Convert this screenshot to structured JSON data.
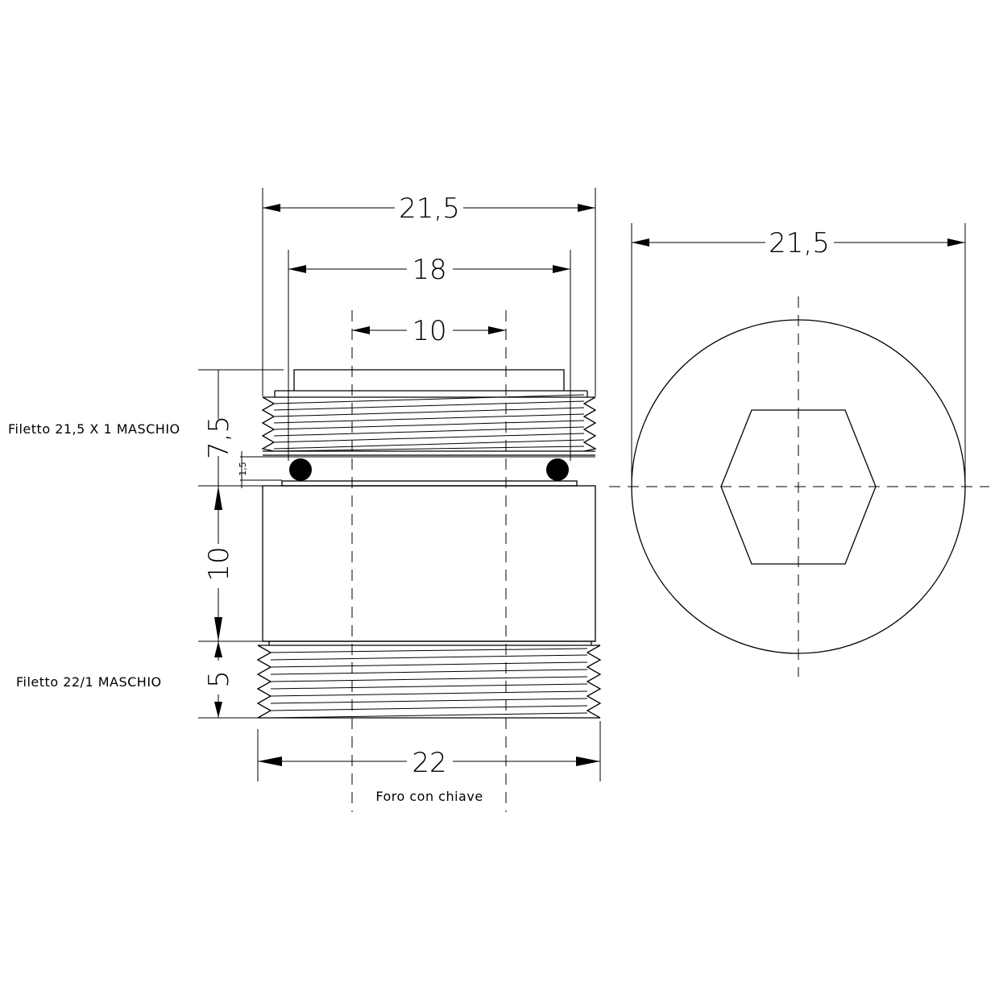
{
  "dimensions": {
    "front_outer_width": "21,5",
    "oring_width": "18",
    "hex_key_width": "10",
    "top_thread_height": "7,5",
    "oring_gap": "1,5",
    "body_height": "10",
    "bottom_thread_height": "5",
    "bottom_thread_width": "22",
    "side_diameter": "21,5"
  },
  "notes": {
    "top_thread": "Filetto 21,5 X 1 MASCHIO",
    "bottom_thread": "Filetto 22/1  MASCHIO",
    "key_hole": "Foro con chiave"
  },
  "colors": {
    "line": "#000000",
    "background": "#ffffff"
  }
}
